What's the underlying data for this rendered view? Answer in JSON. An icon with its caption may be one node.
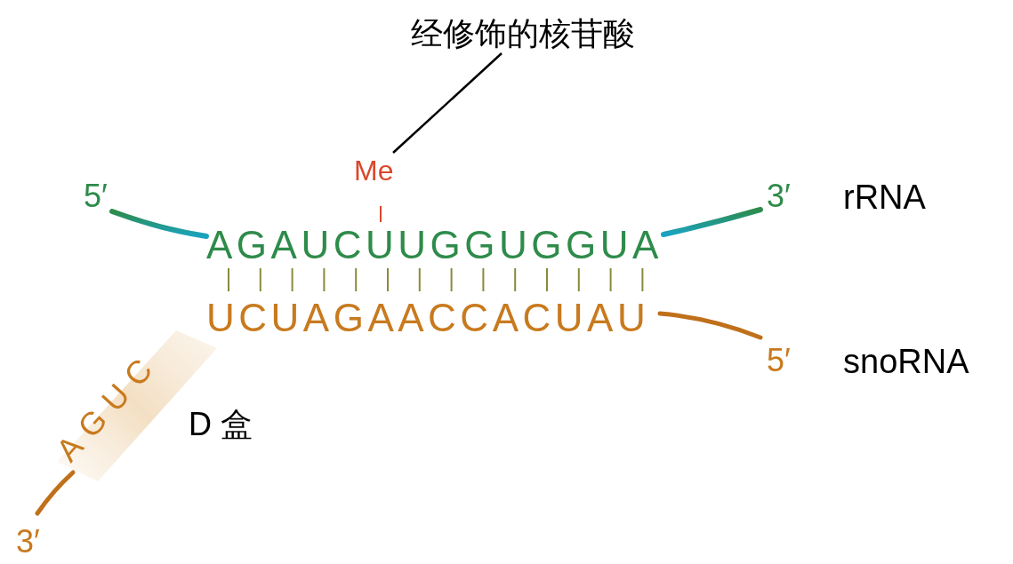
{
  "diagram": {
    "nodes": [
      {
        "text": [
          "经修饰的核苷酸"
        ]
      },
      {
        "text": [
          "Me"
        ]
      }
    ],
    "edges": [
      {
        "from": 0,
        "to": 1,
        "arrow": "none"
      }
    ],
    "labels": [
      "5′",
      "3′",
      "rRNA",
      "AGAUCUUGGUGGUA",
      "UCUAGAACCACUAU",
      "5′",
      "snoRNA",
      "D 盒",
      "AGUC",
      "3′"
    ]
  }
}
